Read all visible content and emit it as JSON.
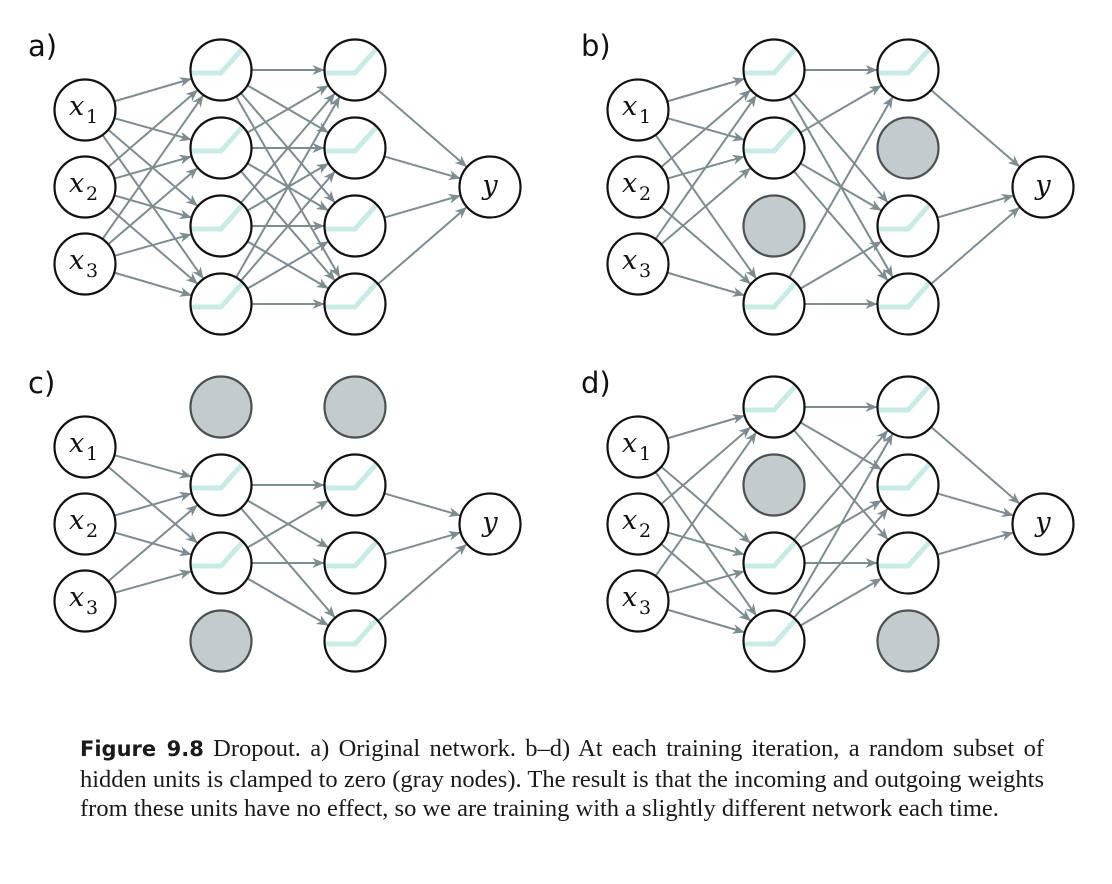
{
  "colors": {
    "edge": "#7d8c90",
    "node_stroke": "#111111",
    "node_fill": "#ffffff",
    "dropped_fill": "#c3cbcd",
    "dropped_stroke": "#4a5254",
    "relu": "#c8ebe5"
  },
  "network": {
    "inputs": [
      {
        "label": "x",
        "sub": "1"
      },
      {
        "label": "x",
        "sub": "2"
      },
      {
        "label": "x",
        "sub": "3"
      }
    ],
    "hidden_layers": 2,
    "hidden_units_per_layer": 4,
    "output": {
      "label": "y"
    },
    "activation_icon": "relu-icon"
  },
  "panels": [
    {
      "id": "a",
      "label": "a)",
      "dropped": [
        [],
        []
      ]
    },
    {
      "id": "b",
      "label": "b)",
      "dropped": [
        [
          2
        ],
        [
          1
        ]
      ]
    },
    {
      "id": "c",
      "label": "c)",
      "dropped": [
        [
          0,
          3
        ],
        [
          0
        ]
      ]
    },
    {
      "id": "d",
      "label": "d)",
      "dropped": [
        [
          1
        ],
        [
          3
        ]
      ]
    }
  ],
  "caption": {
    "figure_label": "Figure 9.8",
    "text": " Dropout.  a) Original network.  b–d) At each training iteration, a random subset of hidden units is clamped to zero (gray nodes).  The result is that the incoming and outgoing weights from these units have no effect, so we are training with a slightly different network each time."
  }
}
